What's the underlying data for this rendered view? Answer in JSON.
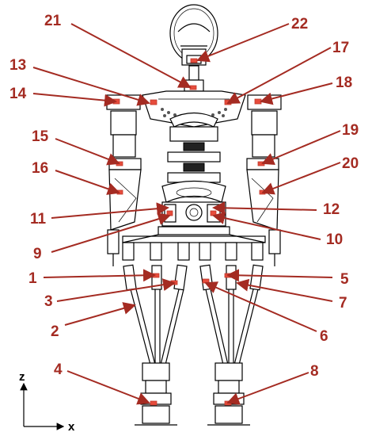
{
  "labels": [
    {
      "id": "1",
      "text": "1"
    },
    {
      "id": "2",
      "text": "2"
    },
    {
      "id": "3",
      "text": "3"
    },
    {
      "id": "4",
      "text": "4"
    },
    {
      "id": "5",
      "text": "5"
    },
    {
      "id": "6",
      "text": "6"
    },
    {
      "id": "7",
      "text": "7"
    },
    {
      "id": "8",
      "text": "8"
    },
    {
      "id": "9",
      "text": "9"
    },
    {
      "id": "10",
      "text": "10"
    },
    {
      "id": "11",
      "text": "11"
    },
    {
      "id": "12",
      "text": "12"
    },
    {
      "id": "13",
      "text": "13"
    },
    {
      "id": "14",
      "text": "14"
    },
    {
      "id": "15",
      "text": "15"
    },
    {
      "id": "16",
      "text": "16"
    },
    {
      "id": "17",
      "text": "17"
    },
    {
      "id": "18",
      "text": "18"
    },
    {
      "id": "19",
      "text": "19"
    },
    {
      "id": "20",
      "text": "20"
    },
    {
      "id": "21",
      "text": "21"
    },
    {
      "id": "22",
      "text": "22"
    }
  ],
  "axes": {
    "z": "z",
    "x": "x"
  },
  "colors": {
    "label": "#a42b22",
    "accent": "#e74c3c",
    "line": "#000000"
  }
}
